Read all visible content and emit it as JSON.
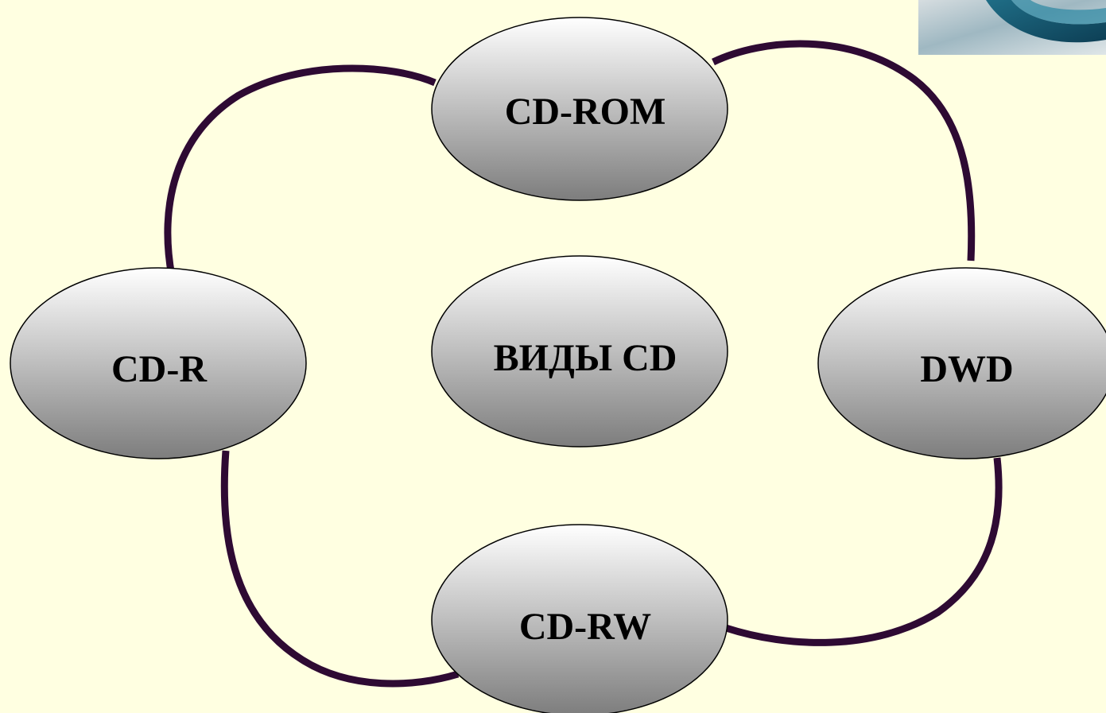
{
  "colors": {
    "background": "#FFFFE1",
    "connector": "#2E0A33",
    "node_gradient_top": "#FFFFFF",
    "node_gradient_bottom": "#7D7D7D",
    "node_outline": "#000000"
  },
  "diagram": {
    "type": "cycle",
    "center": {
      "label": "ВИДЫ CD"
    },
    "nodes": [
      {
        "id": "cd-rom",
        "label": "CD-ROM"
      },
      {
        "id": "dwd",
        "label": "DWD"
      },
      {
        "id": "cd-rw",
        "label": "CD-RW"
      },
      {
        "id": "cd-r",
        "label": "CD-R"
      }
    ],
    "connections": [
      {
        "from": "cd-rom",
        "to": "dwd"
      },
      {
        "from": "dwd",
        "to": "cd-rw"
      },
      {
        "from": "cd-rw",
        "to": "cd-r"
      },
      {
        "from": "cd-r",
        "to": "cd-rom"
      }
    ]
  },
  "decoration": {
    "corner_image": "disc-image"
  }
}
